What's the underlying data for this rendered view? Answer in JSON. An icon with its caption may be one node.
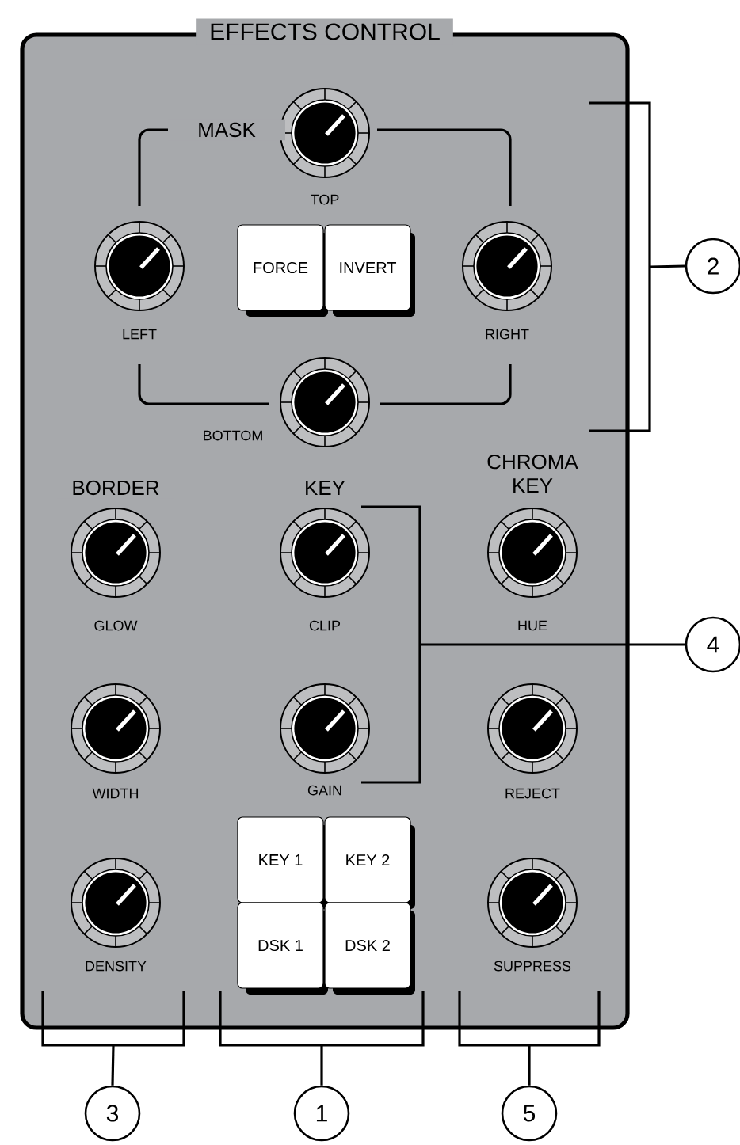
{
  "diagram": {
    "nodes": [
      {
        "text": [
          "EFFECTS CONTROL"
        ]
      },
      {
        "text": [],
        "shape": "circle",
        "beside": [
          "TOP"
        ],
        "in": 0
      },
      {
        "text": [],
        "shape": "circle",
        "beside": [
          "LEFT"
        ],
        "in": 0
      },
      {
        "text": [
          "FORCE"
        ],
        "in": 0
      },
      {
        "text": [
          "INVERT"
        ],
        "in": 0
      },
      {
        "text": [],
        "shape": "circle",
        "beside": [
          "RIGHT"
        ],
        "in": 0
      },
      {
        "text": [],
        "shape": "circle",
        "beside": [
          "BOTTOM"
        ],
        "in": 0
      },
      {
        "text": [],
        "shape": "circle",
        "beside": [
          "GLOW"
        ],
        "in": 0
      },
      {
        "text": [],
        "shape": "circle",
        "beside": [
          "CLIP"
        ],
        "in": 0
      },
      {
        "text": [],
        "shape": "circle",
        "beside": [
          "HUE"
        ],
        "in": 0
      },
      {
        "text": [],
        "shape": "circle",
        "beside": [
          "WIDTH"
        ],
        "in": 0
      },
      {
        "text": [],
        "shape": "circle",
        "beside": [
          "GAIN"
        ],
        "in": 0
      },
      {
        "text": [],
        "shape": "circle",
        "beside": [
          "REJECT"
        ],
        "in": 0
      },
      {
        "text": [
          "KEY 1"
        ],
        "in": 0
      },
      {
        "text": [
          "KEY 2"
        ],
        "in": 0
      },
      {
        "text": [],
        "shape": "circle",
        "beside": [
          "DENSITY"
        ],
        "in": 0
      },
      {
        "text": [
          "DSK 1"
        ],
        "in": 0
      },
      {
        "text": [
          "DSK 2"
        ],
        "in": 0
      },
      {
        "text": [],
        "shape": "circle",
        "beside": [
          "SUPPRESS"
        ],
        "in": 0
      },
      {
        "text": [
          "2"
        ]
      },
      {
        "text": [
          "4"
        ]
      },
      {
        "text": [
          "3"
        ]
      },
      {
        "text": [
          "1"
        ]
      },
      {
        "text": [
          "5"
        ]
      },
      {
        "text": [],
        "shape": "bracket"
      },
      {
        "text": [],
        "shape": "bracket",
        "in": 0
      },
      {
        "text": [],
        "shape": "bracket"
      },
      {
        "text": [],
        "shape": "bracket"
      },
      {
        "text": [],
        "shape": "bracket"
      }
    ],
    "edges": [
      {
        "from": 19,
        "to": 24,
        "arrow": "none"
      },
      {
        "from": 20,
        "to": 25,
        "arrow": "none"
      },
      {
        "from": 21,
        "to": 26,
        "arrow": "none"
      },
      {
        "from": 22,
        "to": 27,
        "arrow": "none"
      },
      {
        "from": 23,
        "to": 28,
        "arrow": "none"
      }
    ],
    "labels": [
      "MASK",
      "BORDER",
      "KEY",
      "CHROMA KEY"
    ]
  }
}
